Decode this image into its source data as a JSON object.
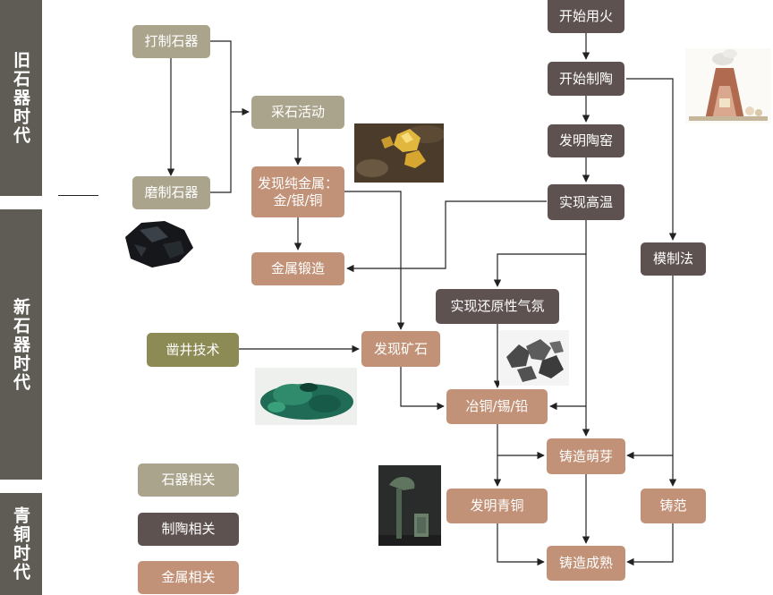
{
  "eras": {
    "paleolithic": "旧石器时代",
    "neolithic": "新石器时代",
    "bronze": "青铜时代"
  },
  "nodes": {
    "dazhi": "打制石器",
    "mozhi": "磨制石器",
    "caishi": "采石活动",
    "faxian_chun": "发现纯金属：金/银/铜",
    "jinshu_duanzao": "金属锻造",
    "zaojing": "凿井技术",
    "faxian_kuangshi": "发现矿石",
    "kaishi_yonghuo": "开始用火",
    "kaishi_zhitao": "开始制陶",
    "faming_taoyao": "发明陶窑",
    "shixian_gaowen": "实现高温",
    "huanyuan": "实现还原性气氛",
    "yetong": "冶铜/锡/铅",
    "zhuzao_mengya": "铸造萌芽",
    "faming_qingtong": "发明青铜",
    "zhuzao_chengshu": "铸造成熟",
    "muzhifa": "模制法",
    "zhufan": "铸范"
  },
  "legend": {
    "stone": "石器相关",
    "pottery": "制陶相关",
    "metal": "金属相关"
  },
  "colors": {
    "stone": "#aba48c",
    "pottery": "#5e5250",
    "metal": "#c19277",
    "olive": "#8d8b55",
    "era": "#5f5b55"
  },
  "images": [
    "obsidian-stone",
    "gold-nuggets",
    "kiln-illustration",
    "malachite-ore",
    "dark-ore",
    "bronze-artifact"
  ]
}
